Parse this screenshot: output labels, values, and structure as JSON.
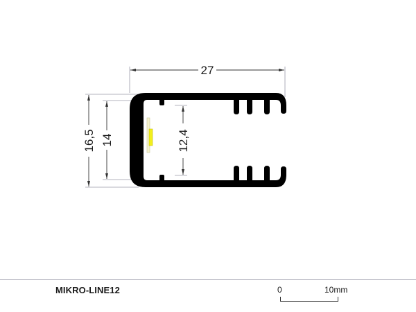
{
  "drawing": {
    "type": "technical-profile-cross-section",
    "dimensions": {
      "width": "27",
      "outer_height": "16,5",
      "inner_height": "14",
      "channel_height": "12,4"
    },
    "colors": {
      "profile": "#000000",
      "led_strip": "#f2ef1c",
      "led_base": "#f6f3cf",
      "dimension_line": "#333333",
      "extension_line": "#9a9aa8"
    }
  },
  "footer": {
    "product_name": "MIKRO-LINE12",
    "scale": {
      "start_label": "0",
      "end_label": "10mm"
    }
  }
}
